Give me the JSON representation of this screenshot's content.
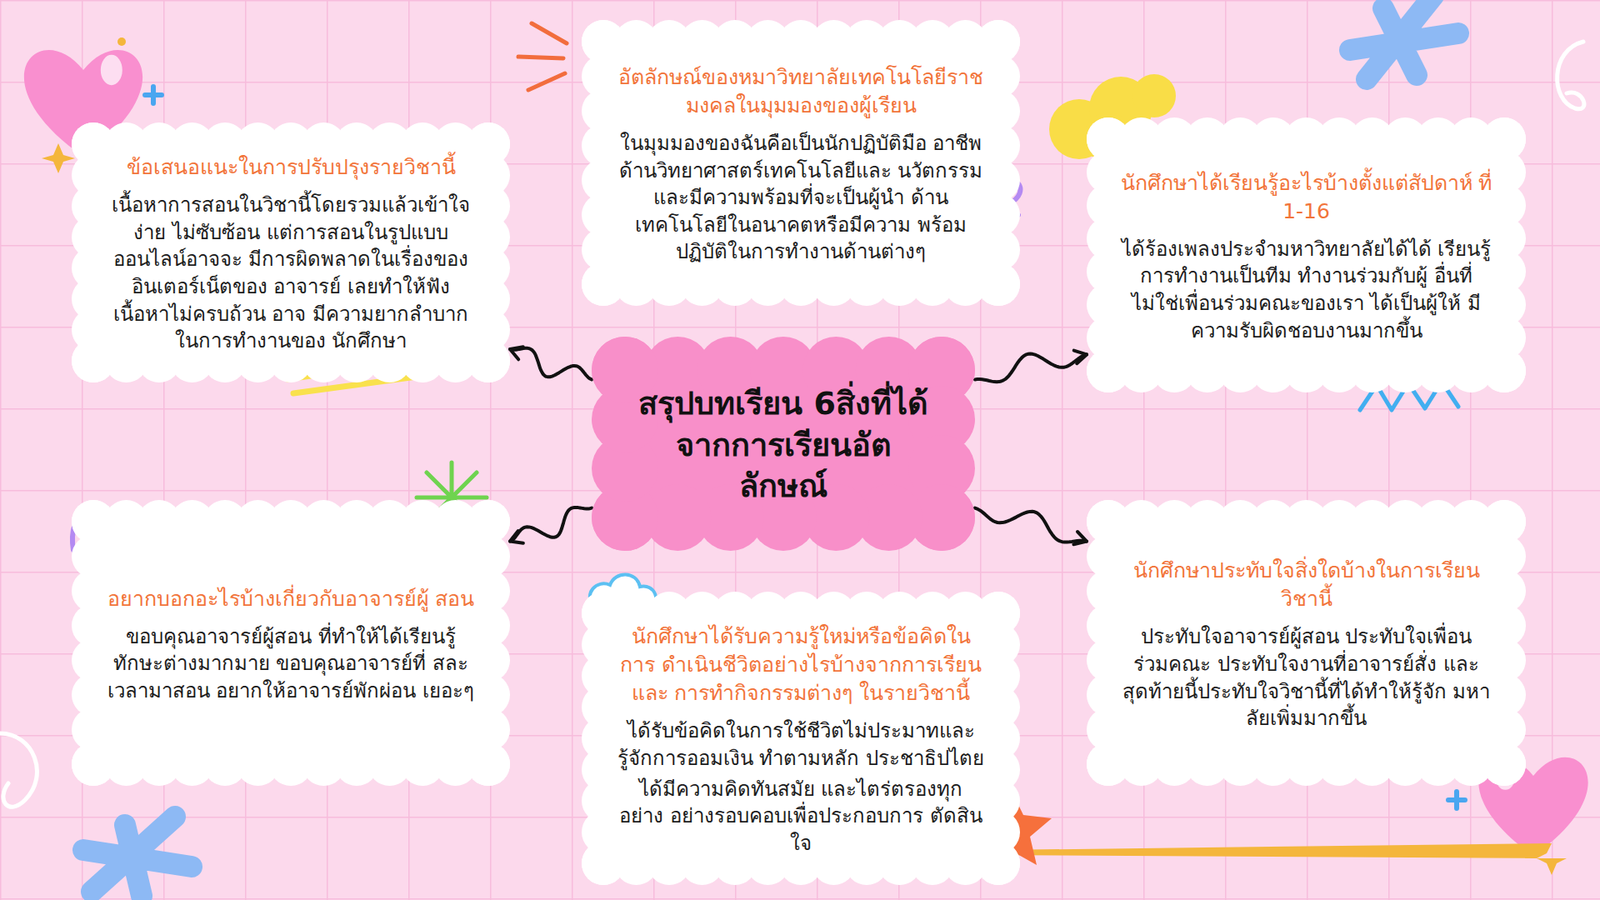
{
  "diagram": {
    "nodes": [
      {
        "text": [
          "อัตลักษณ์ของหมาวิทยาลัยเทคโนโลยีราช มงคลในมุมมองของผู้เรียน",
          "ในมุมมองของฉันคือเป็นนักปฏิบัติมือ อาชีพด้านวิทยาศาสตร์เทคโนโลยีและ นวัตกรรมและมีความพร้อมที่จะเป็นผู้นำ ด้านเทคโนโลยีในอนาคตหรือมีความ พร้อมปฏิบัติในการทำงานด้านต่างๆ"
        ]
      },
      {
        "text": [
          "ข้อเสนอแนะในการปรับปรุงรายวิชานี้",
          "เนื้อหาการสอนในวิชานี้โดยรวมแล้วเข้าใจง่าย ไม่ซับซ้อน แต่การสอนในรูปแบบออนไลน์อาจจะ มีการผิดพลาดในเรื่องของอินเตอร์เน็ตของ อาจารย์ เลยทำให้ฟังเนื้อหาไม่ครบถ้วน อาจ มีความยากลำบากในการทำงานของ นักศึกษา"
        ]
      },
      {
        "text": [
          "นักศึกษาได้เรียนรู้อะไรบ้างตั้งแต่สัปดาห์ ที่ 1-16",
          "ได้ร้องเพลงประจำมหาวิทยาลัยได้ได้ เรียนรู้การทำงานเป็นทีม ทำงานร่วมกับผู้ อื่นที่ไม่ใช่เพื่อนร่วมคณะของเรา ได้เป็นผู้ให้ มีความรับผิดชอบงานมากขึ้น"
        ]
      },
      {
        "text": [
          "สรุปบทเรียน 6สิ่งที่ได้ จากการเรียนอัตลักษณ์"
        ]
      },
      {
        "text": [
          "อยากบอกอะไรบ้างเกี่ยวกับอาจารย์ผู้ สอน",
          "ขอบคุณอาจารย์ผู้สอน ที่ทำให้ได้เรียนรู้ ทักษะต่างมากมาย ขอบคุณอาจารย์ที่ สละเวลามาสอน อยากให้อาจารย์พักผ่อน เยอะๆ"
        ]
      },
      {
        "text": [
          "นักศึกษาได้รับความรู้ใหม่หรือข้อคิดในการ ดำเนินชีวิตอย่างไรบ้างจากการเรียนและ การทำกิจกรรมต่างๆ ในรายวิชานี้",
          "ได้รับข้อคิดในการใช้ชีวิตไม่ประมาทและ รู้จักการออมเงิน ทำตามหลัก ประชาธิปไตย",
          "ได้มีความคิดทันสมัย และไตร่ตรองทุก อย่าง อย่างรอบคอบเพื่อประกอบการ ตัดสินใจ"
        ]
      },
      {
        "text": [
          "นักศึกษาประทับใจสิ่งใดบ้างในการเรียน วิชานี้",
          "ประทับใจอาจารย์ผู้สอน ประทับใจเพื่อน ร่วมคณะ ประทับใจงานที่อาจารย์สั่ง และสุดท้ายนี้ประทับใจวิชานี้ที่ได้ทำให้รู้จัก มหาลัยเพิ่มมากขึ้น"
        ]
      }
    ],
    "edges": [
      {
        "from": 3,
        "to": 1,
        "arrow": "to"
      },
      {
        "from": 3,
        "to": 2,
        "arrow": "to"
      },
      {
        "from": 3,
        "to": 4,
        "arrow": "to"
      },
      {
        "from": 3,
        "to": 6,
        "arrow": "to"
      }
    ]
  }
}
